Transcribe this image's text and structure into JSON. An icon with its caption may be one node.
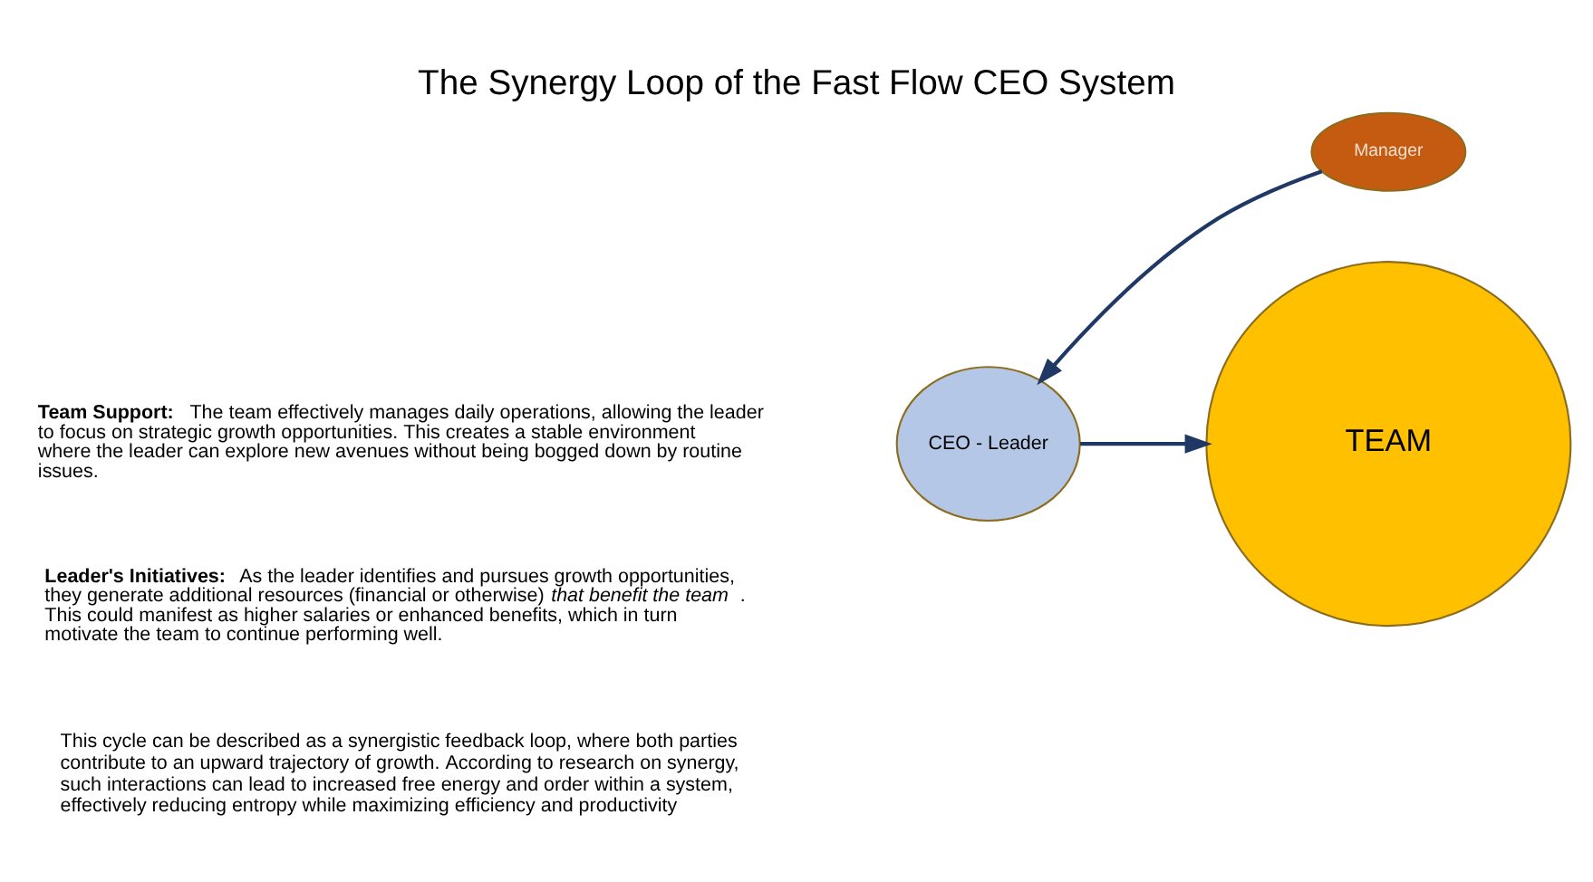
{
  "diagram": {
    "title": "The Synergy Loop of the Fast Flow CEO System",
    "nodes": [
      {
        "text": [
          "CEO - Leader"
        ]
      },
      {
        "text": [
          "Manager"
        ]
      },
      {
        "text": [
          "TEAM"
        ]
      }
    ],
    "edges": [
      {
        "from": 1,
        "to": 0,
        "arrow": "to"
      },
      {
        "from": 0,
        "to": 2,
        "arrow": "to"
      }
    ],
    "labels": [
      "**Team Support:** The team effectively manages daily operations, allowing the leader to focus on strategic growth opportunities. This creates a stable environment where the leader can explore new avenues without being bogged down by routine issues.",
      "**Leader's Initiatives:** As the leader identifies and pursues growth opportunities, they generate additional resources (financial or otherwise) *that benefit the team*. This could manifest as higher salaries or enhanced benefits, which in turn motivate the team to continue performing well.",
      "This cycle can be described as a synergistic feedback loop, where both parties contribute to an upward trajectory of growth. According to research on synergy, such interactions can lead to increased free energy and order within a system, effectively reducing entropy while maximizing efficiency and productivity"
    ]
  }
}
